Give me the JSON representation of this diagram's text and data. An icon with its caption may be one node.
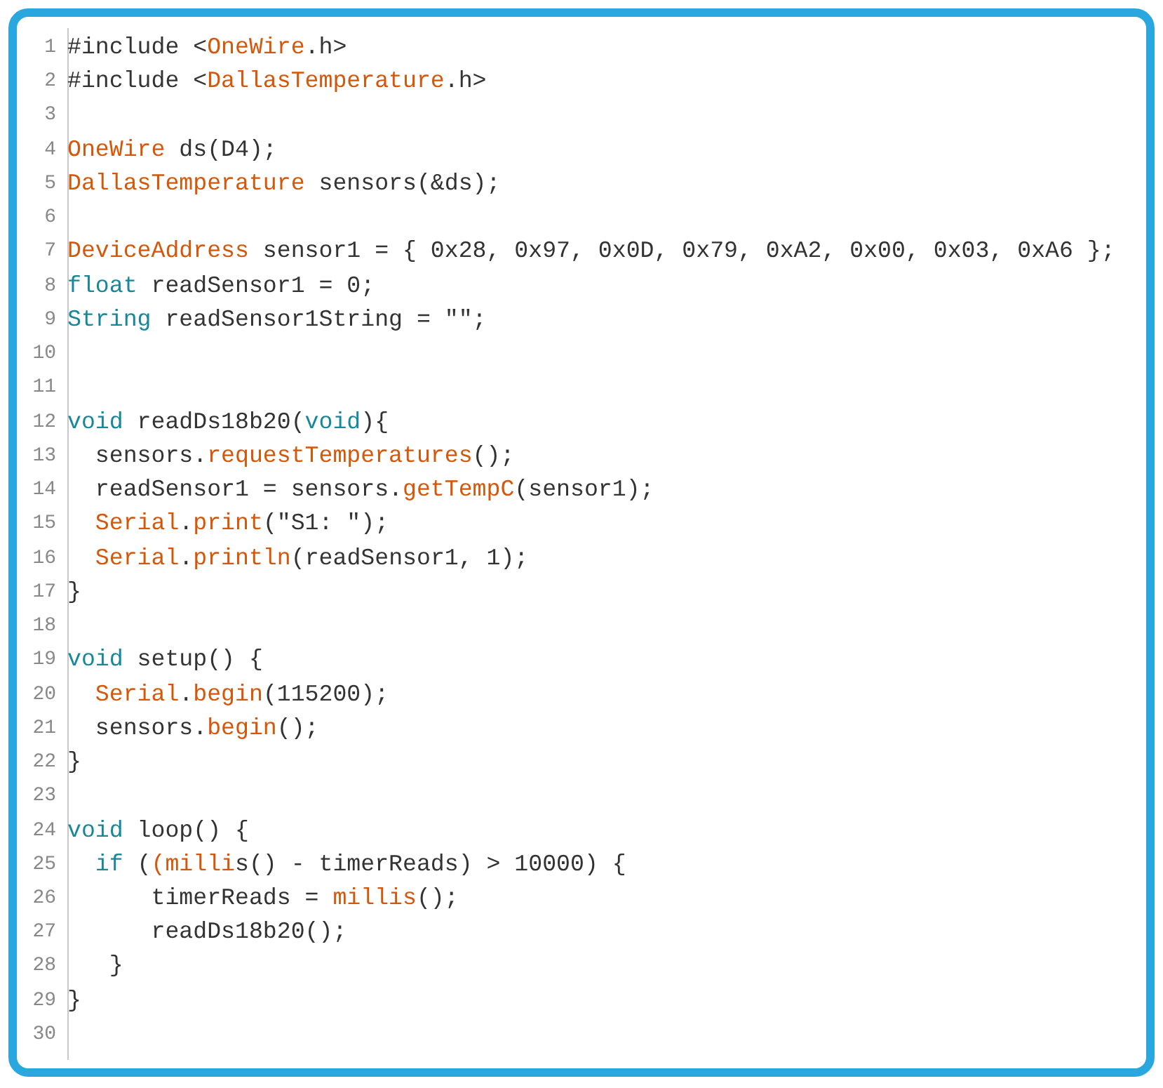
{
  "diagram": {
    "labels": [
      "1",
      "#include <OneWire.h>",
      "2",
      "#include <DallasTemperature.h>",
      "3",
      "4",
      "OneWire ds(D4);",
      "5",
      "DallasTemperature sensors(&ds);",
      "6",
      "7",
      "DeviceAddress sensor1 = { 0x28, 0x97, 0x0D, 0x79, 0xA2, 0x00, 0x03, 0xA6 };",
      "8",
      "float readSensor1 = 0;",
      "9",
      "String readSensor1String = \"\";",
      "10",
      "11",
      "12",
      "void readDs18b20(void){",
      "13",
      "  sensors.requestTemperatures();",
      "14",
      "  readSensor1 = sensors.getTempC(sensor1);",
      "15",
      "  Serial.print(\"S1: \");",
      "16",
      "  Serial.println(readSensor1, 1);",
      "17",
      "}",
      "18",
      "19",
      "void setup() {",
      "20",
      "  Serial.begin(115200);",
      "21",
      "  sensors.begin();",
      "22",
      "}",
      "23",
      "24",
      "void loop() {",
      "25",
      "  if ((millis() - timerReads) > 10000) {",
      "26",
      "      timerReads = millis();",
      "27",
      "      readDs18b20();",
      "28",
      "   }",
      "29",
      "}",
      "30"
    ]
  }
}
